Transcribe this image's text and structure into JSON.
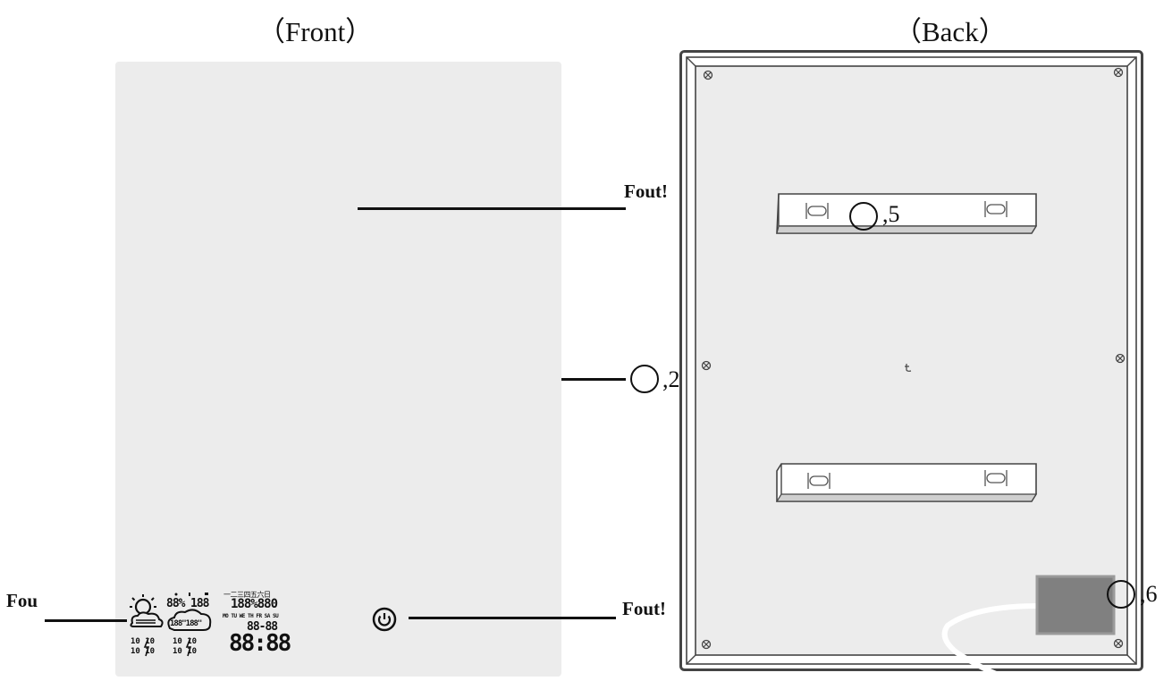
{
  "headings": {
    "front": "（Front）",
    "back": "（Back）"
  },
  "callouts": {
    "front_top": "Fout!",
    "front_side_number": ",2",
    "front_left": "Fou",
    "front_power": "Fout!",
    "back_bracket_number": ",5",
    "back_box_number": ",6"
  },
  "display": {
    "row1_mid": "88%",
    "row1_mid2": "188",
    "row1_right_top": "一二三四五六日",
    "row1_right": "188%880",
    "row2_mid": "188\"188\"",
    "row2_right_small": "MO TU WE TH FR SA SU",
    "row2_right": "88-88",
    "row3_left": "10 10",
    "row3_mid": "10 10",
    "row3_right": "88:88",
    "row4_left": "10 10",
    "row4_mid": "10 10"
  },
  "icons": {
    "weather": "sun-cloud-icon",
    "power": "power-icon",
    "screw": "screw-icon",
    "hook": "hook-icon"
  },
  "colors": {
    "panel": "#ececec",
    "frame": "#444444",
    "power_box": "#808080"
  }
}
